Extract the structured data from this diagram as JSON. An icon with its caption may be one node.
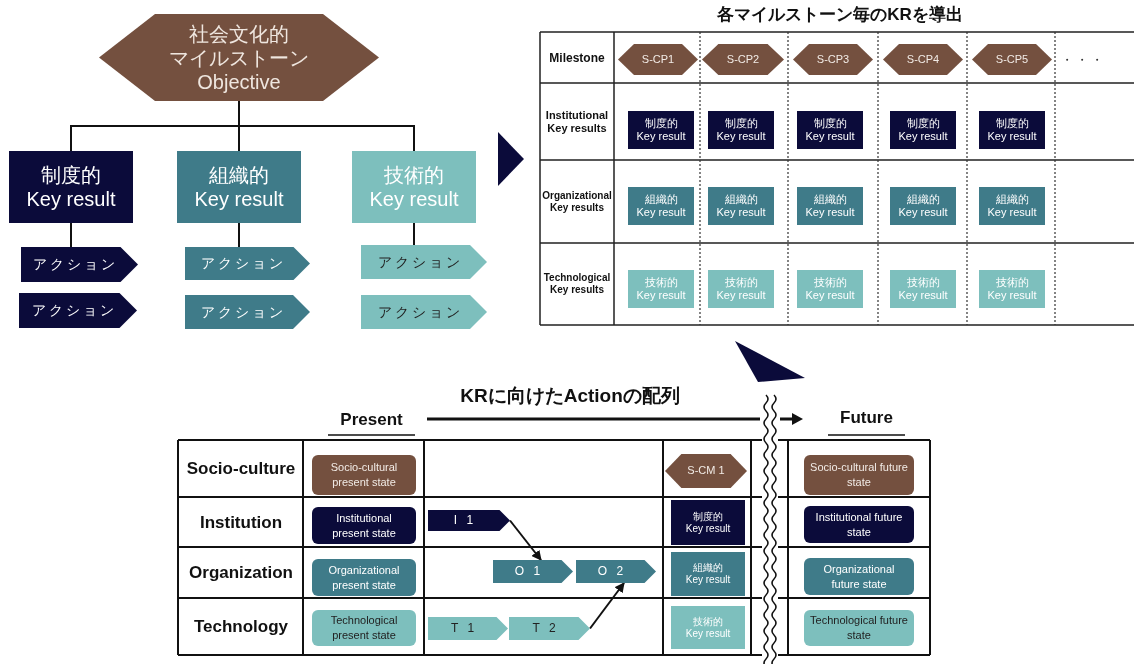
{
  "diagram": {
    "nodes": [
      {
        "text": [
          "社会文化的",
          "マイルストーン",
          "Objective"
        ]
      },
      {
        "text": [
          "制度的",
          "Key result"
        ]
      },
      {
        "text": [
          "組織的",
          "Key result"
        ]
      },
      {
        "text": [
          "技術的",
          "Key result"
        ]
      },
      {
        "text": [
          "アクション"
        ]
      },
      {
        "text": [
          "アクション"
        ]
      },
      {
        "text": [
          "アクション"
        ]
      },
      {
        "text": [
          "アクション"
        ]
      },
      {
        "text": [
          "アクション"
        ]
      },
      {
        "text": [
          "アクション"
        ]
      },
      {
        "text": [
          "S-CP1"
        ]
      },
      {
        "text": [
          "S-CP2"
        ]
      },
      {
        "text": [
          "S-CP3"
        ]
      },
      {
        "text": [
          "S-CP4"
        ]
      },
      {
        "text": [
          "S-CP5"
        ]
      },
      {
        "text": [
          "制度的",
          "Key result"
        ]
      },
      {
        "text": [
          "制度的",
          "Key result"
        ]
      },
      {
        "text": [
          "制度的",
          "Key result"
        ]
      },
      {
        "text": [
          "制度的",
          "Key result"
        ]
      },
      {
        "text": [
          "制度的",
          "Key result"
        ]
      },
      {
        "text": [
          "組織的",
          "Key result"
        ]
      },
      {
        "text": [
          "組織的",
          "Key result"
        ]
      },
      {
        "text": [
          "組織的",
          "Key result"
        ]
      },
      {
        "text": [
          "組織的",
          "Key result"
        ]
      },
      {
        "text": [
          "組織的",
          "Key result"
        ]
      },
      {
        "text": [
          "技術的",
          "Key result"
        ]
      },
      {
        "text": [
          "技術的",
          "Key result"
        ]
      },
      {
        "text": [
          "技術的",
          "Key result"
        ]
      },
      {
        "text": [
          "技術的",
          "Key result"
        ]
      },
      {
        "text": [
          "技術的",
          "Key result"
        ]
      },
      {
        "text": [
          "Socio-cultural present state"
        ]
      },
      {
        "text": [
          "S-CM 1"
        ]
      },
      {
        "text": [
          "Socio-cultural future state"
        ]
      },
      {
        "text": [
          "Institutional present state"
        ]
      },
      {
        "text": [
          "I 1"
        ]
      },
      {
        "text": [
          "制度的",
          "Key result"
        ]
      },
      {
        "text": [
          "Institutional future state"
        ]
      },
      {
        "text": [
          "Organizational present state"
        ]
      },
      {
        "text": [
          "O 1"
        ]
      },
      {
        "text": [
          "O 2"
        ]
      },
      {
        "text": [
          "組織的",
          "Key result"
        ]
      },
      {
        "text": [
          "Organizational future state"
        ]
      },
      {
        "text": [
          "Technological present state"
        ]
      },
      {
        "text": [
          "T 1"
        ]
      },
      {
        "text": [
          "T 2"
        ]
      },
      {
        "text": [
          "技術的",
          "Key result"
        ]
      },
      {
        "text": [
          "Technological future state"
        ]
      }
    ],
    "edges": [
      {
        "from": 0,
        "to": 1,
        "arrow": "none"
      },
      {
        "from": 0,
        "to": 2,
        "arrow": "none"
      },
      {
        "from": 0,
        "to": 3,
        "arrow": "none"
      },
      {
        "from": 1,
        "to": 4,
        "arrow": "none"
      },
      {
        "from": 2,
        "to": 6,
        "arrow": "none"
      },
      {
        "from": 3,
        "to": 8,
        "arrow": "none"
      },
      {
        "from": 34,
        "to": 38,
        "arrow": "to"
      },
      {
        "from": 44,
        "to": 39,
        "arrow": "to"
      }
    ],
    "labels": [
      "各マイルストーン毎のKRを導出",
      "Milestone",
      "・・・",
      "Institutional Key results",
      "Organizational Key results",
      "Technological Key results",
      "KRに向けたActionの配列",
      "Present",
      "Future",
      "Socio-culture",
      "Institution",
      "Organization",
      "Technology"
    ]
  }
}
